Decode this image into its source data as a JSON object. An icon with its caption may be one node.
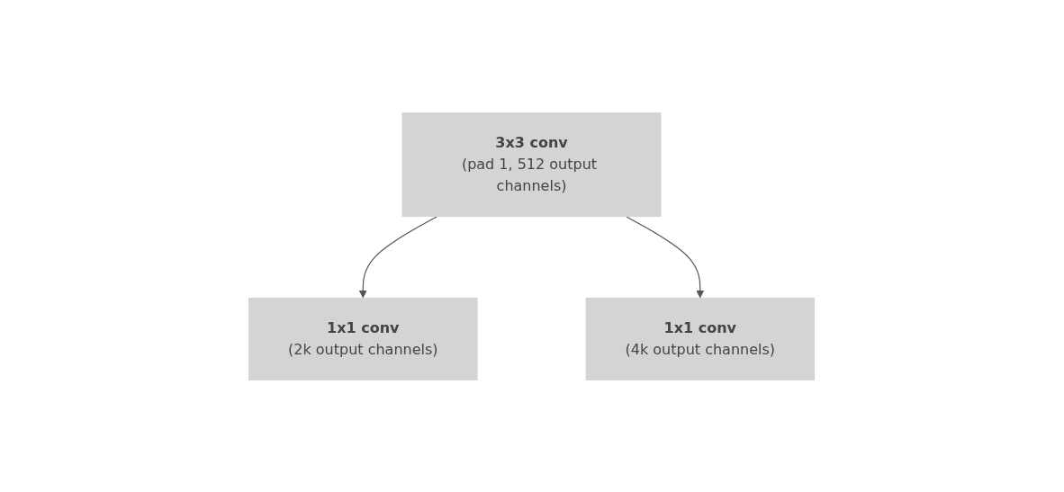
{
  "diagram": {
    "nodes": [
      {
        "text": [
          "3x3 conv",
          "(pad 1, 512 output channels)"
        ]
      },
      {
        "text": [
          "1x1 conv",
          "(2k output channels)"
        ]
      },
      {
        "text": [
          "1x1 conv",
          "(4k output channels)"
        ]
      }
    ],
    "edges": [
      {
        "from": 0,
        "to": 1,
        "arrow": "to"
      },
      {
        "from": 0,
        "to": 2,
        "arrow": "to"
      }
    ]
  }
}
